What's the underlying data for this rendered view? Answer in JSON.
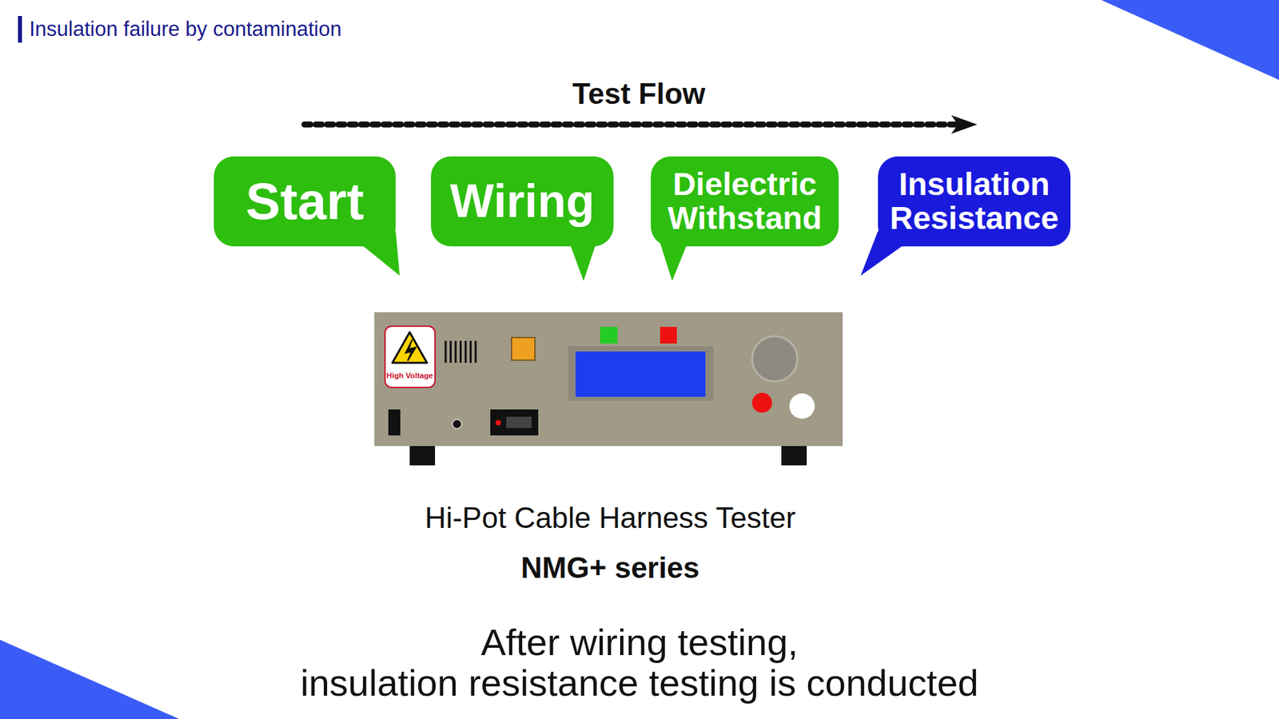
{
  "diagram": {
    "title": "Insulation failure by contamination",
    "caption": "After wiring testing, insulation resistance testing is conducted",
    "nodes": [
      {
        "text": [
          "Start"
        ]
      },
      {
        "text": [
          "Wiring"
        ]
      },
      {
        "text": [
          "Dielectric Withstand"
        ]
      },
      {
        "text": [
          "Insulation Resistance"
        ]
      }
    ],
    "labels": [
      "Test Flow",
      "High Voltage",
      "Hi-Pot Cable Harness Tester",
      "NMG+ series"
    ]
  }
}
